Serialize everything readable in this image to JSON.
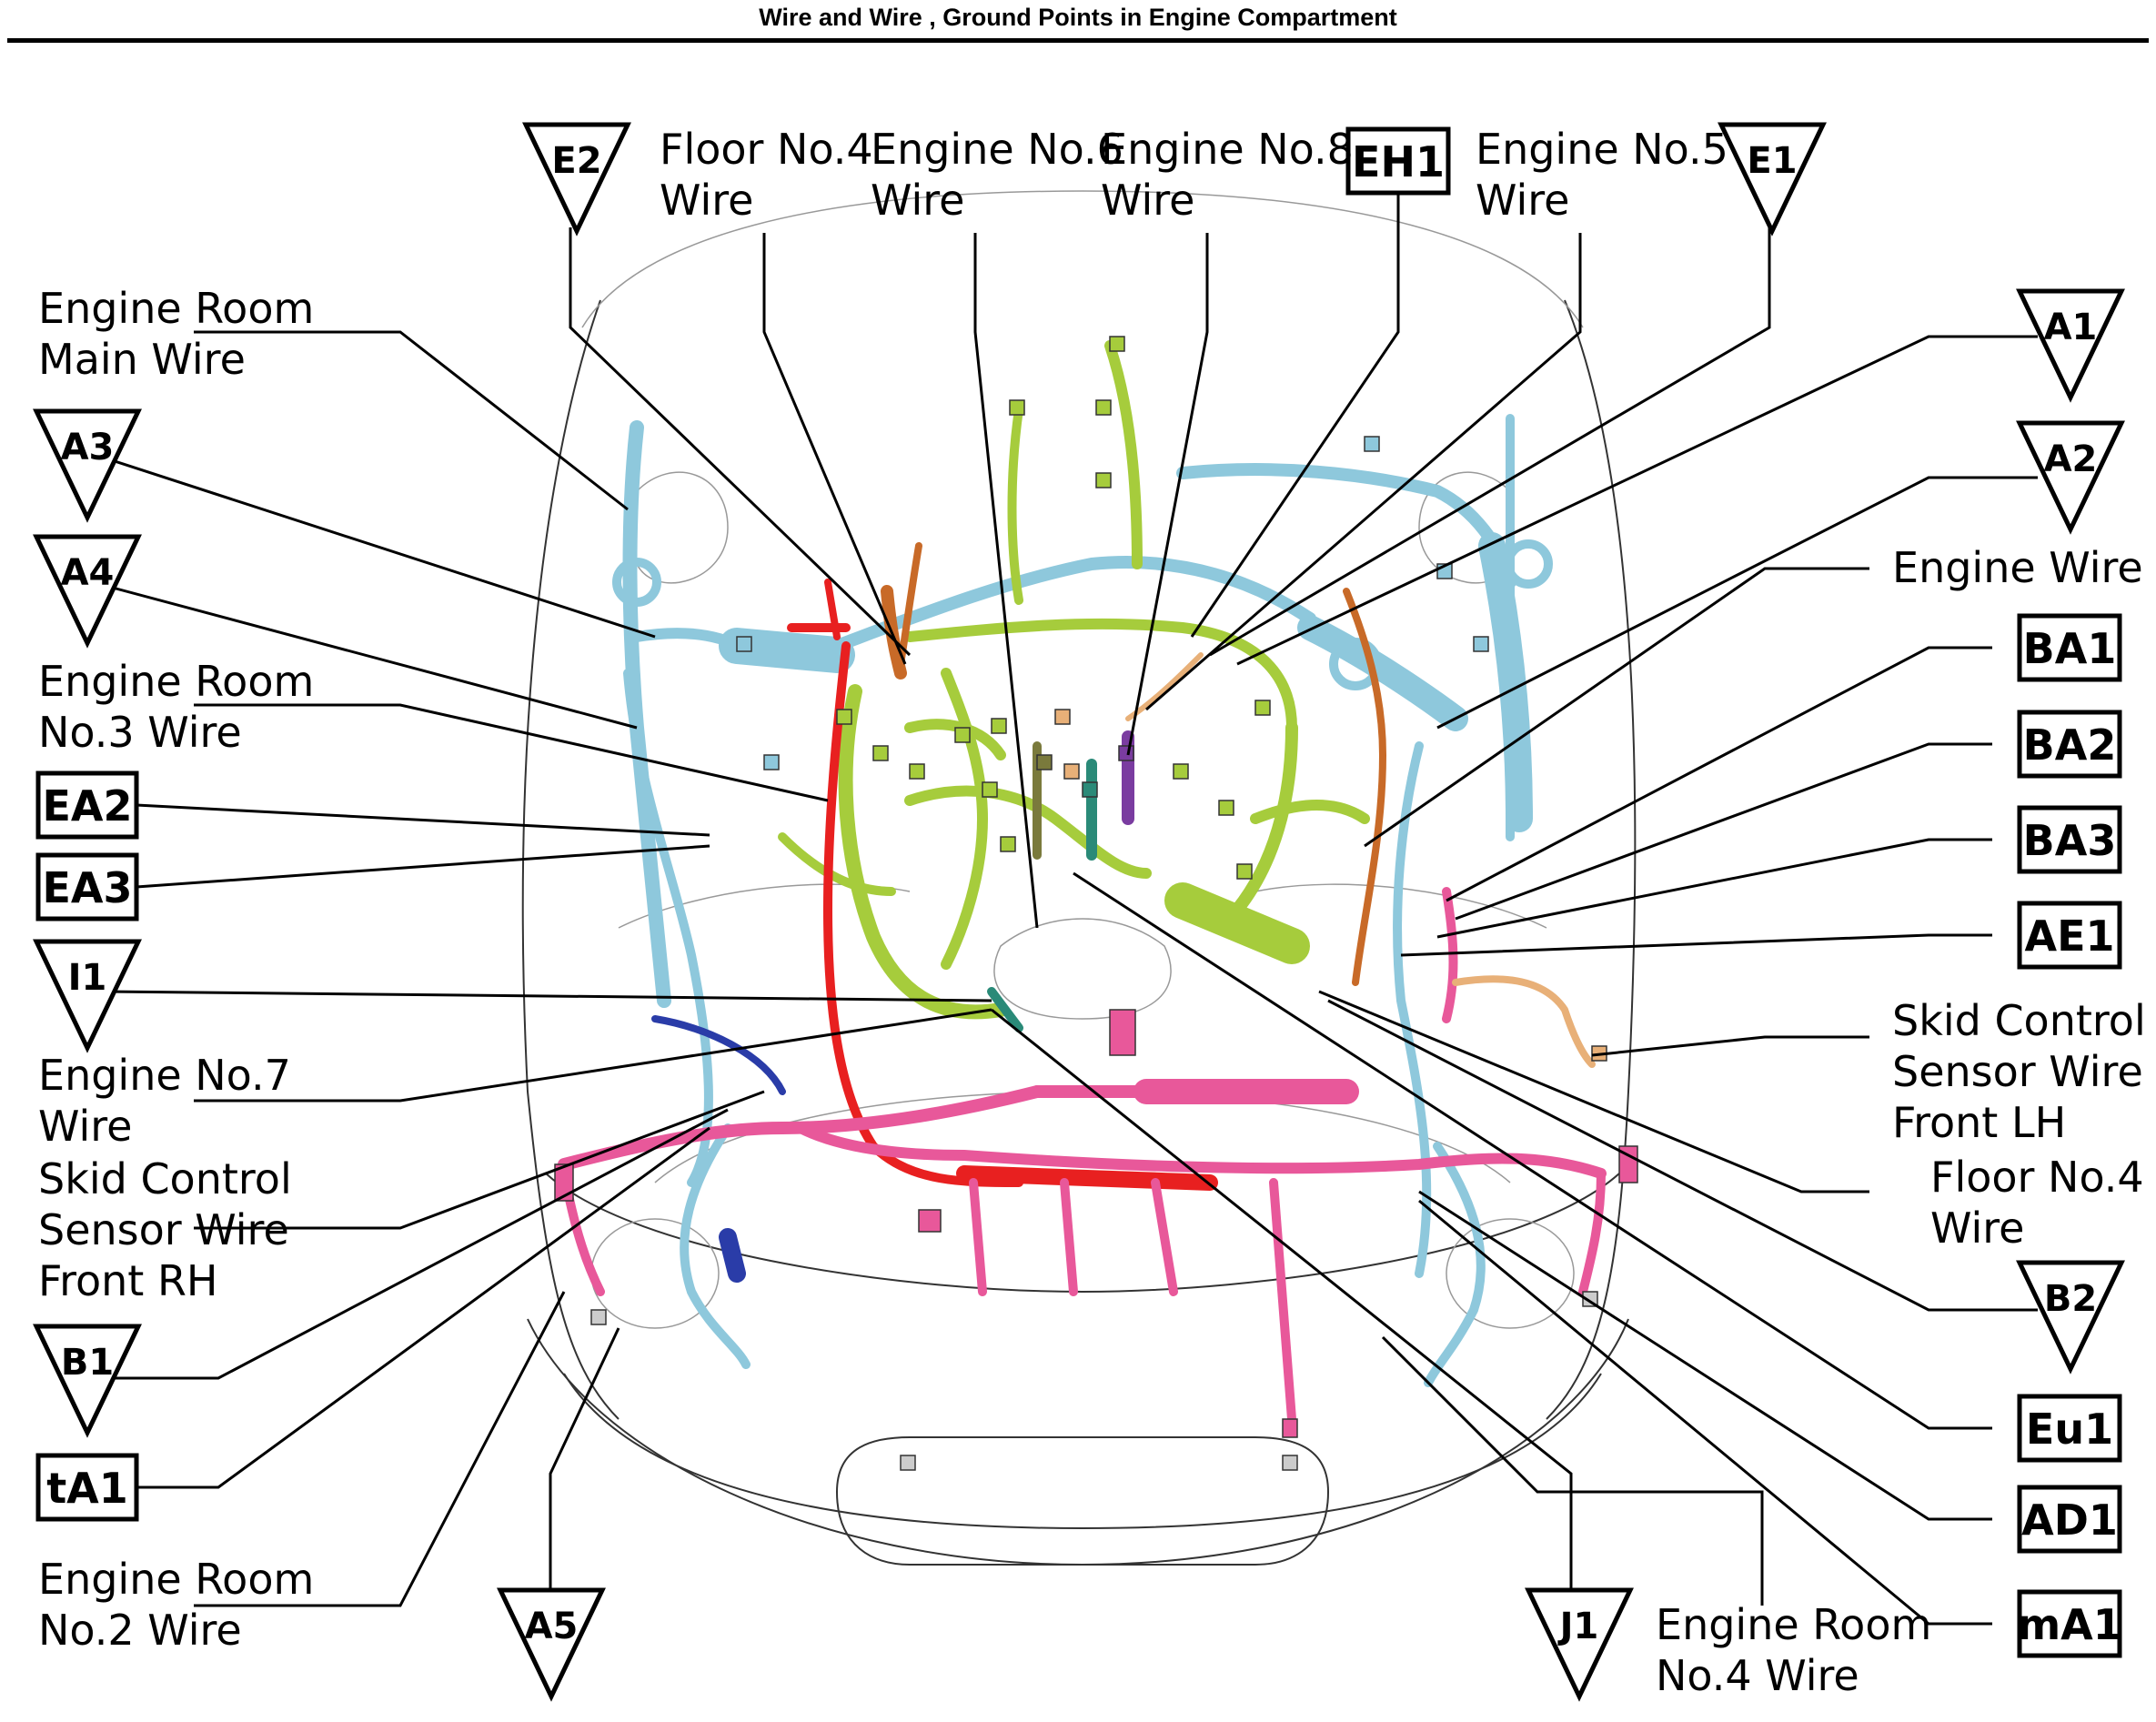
{
  "title": "Wire and Wire , Ground Points in Engine Compartment",
  "colors": {
    "blue_wire": "#8ec8dc",
    "green_wire": "#a6cc3c",
    "pink_wire": "#e8589a",
    "red_wire": "#e82020",
    "orange_wire": "#c86a28",
    "purple_wire": "#7a3ca0",
    "teal_wire": "#2a8a78",
    "navy_wire": "#2a3ca8",
    "olive_wire": "#7a7a3c"
  },
  "labels": {
    "engine_room_main_wire": [
      "Engine Room",
      "Main Wire"
    ],
    "engine_room_no3_wire": [
      "Engine Room",
      "No.3 Wire"
    ],
    "engine_no7_wire": [
      "Engine No.7",
      "Wire"
    ],
    "skid_rh": [
      "Skid Control",
      "Sensor Wire",
      "Front RH"
    ],
    "engine_room_no2_wire": [
      "Engine Room",
      "No.2 Wire"
    ],
    "floor_no4_wire_top": [
      "Floor No.4",
      "Wire"
    ],
    "engine_no6_wire": [
      "Engine No.6",
      "Wire"
    ],
    "engine_no8_wire": [
      "Engine No.8",
      "Wire"
    ],
    "engine_no5_wire": [
      "Engine No.5",
      "Wire"
    ],
    "engine_wire": [
      "Engine Wire"
    ],
    "skid_lh": [
      "Skid Control",
      "Sensor Wire",
      "Front LH"
    ],
    "floor_no4_wire_right": [
      "Floor No.4",
      "Wire"
    ],
    "engine_room_no4_wire": [
      "Engine Room",
      "No.4 Wire"
    ]
  },
  "ground_points": {
    "E2": "E2",
    "E1": "E1",
    "A1": "A1",
    "A2": "A2",
    "A3": "A3",
    "A4": "A4",
    "I1": "I1",
    "B1": "B1",
    "B2": "B2",
    "A5": "A5",
    "J1": "J1"
  },
  "connectors": {
    "EH1": "EH1",
    "EA2": "EA2",
    "EA3": "EA3",
    "tA1": "tA1",
    "BA1": "BA1",
    "BA2": "BA2",
    "BA3": "BA3",
    "AE1": "AE1",
    "Eu1": "Eu1",
    "AD1": "AD1",
    "mA1": "mA1"
  }
}
